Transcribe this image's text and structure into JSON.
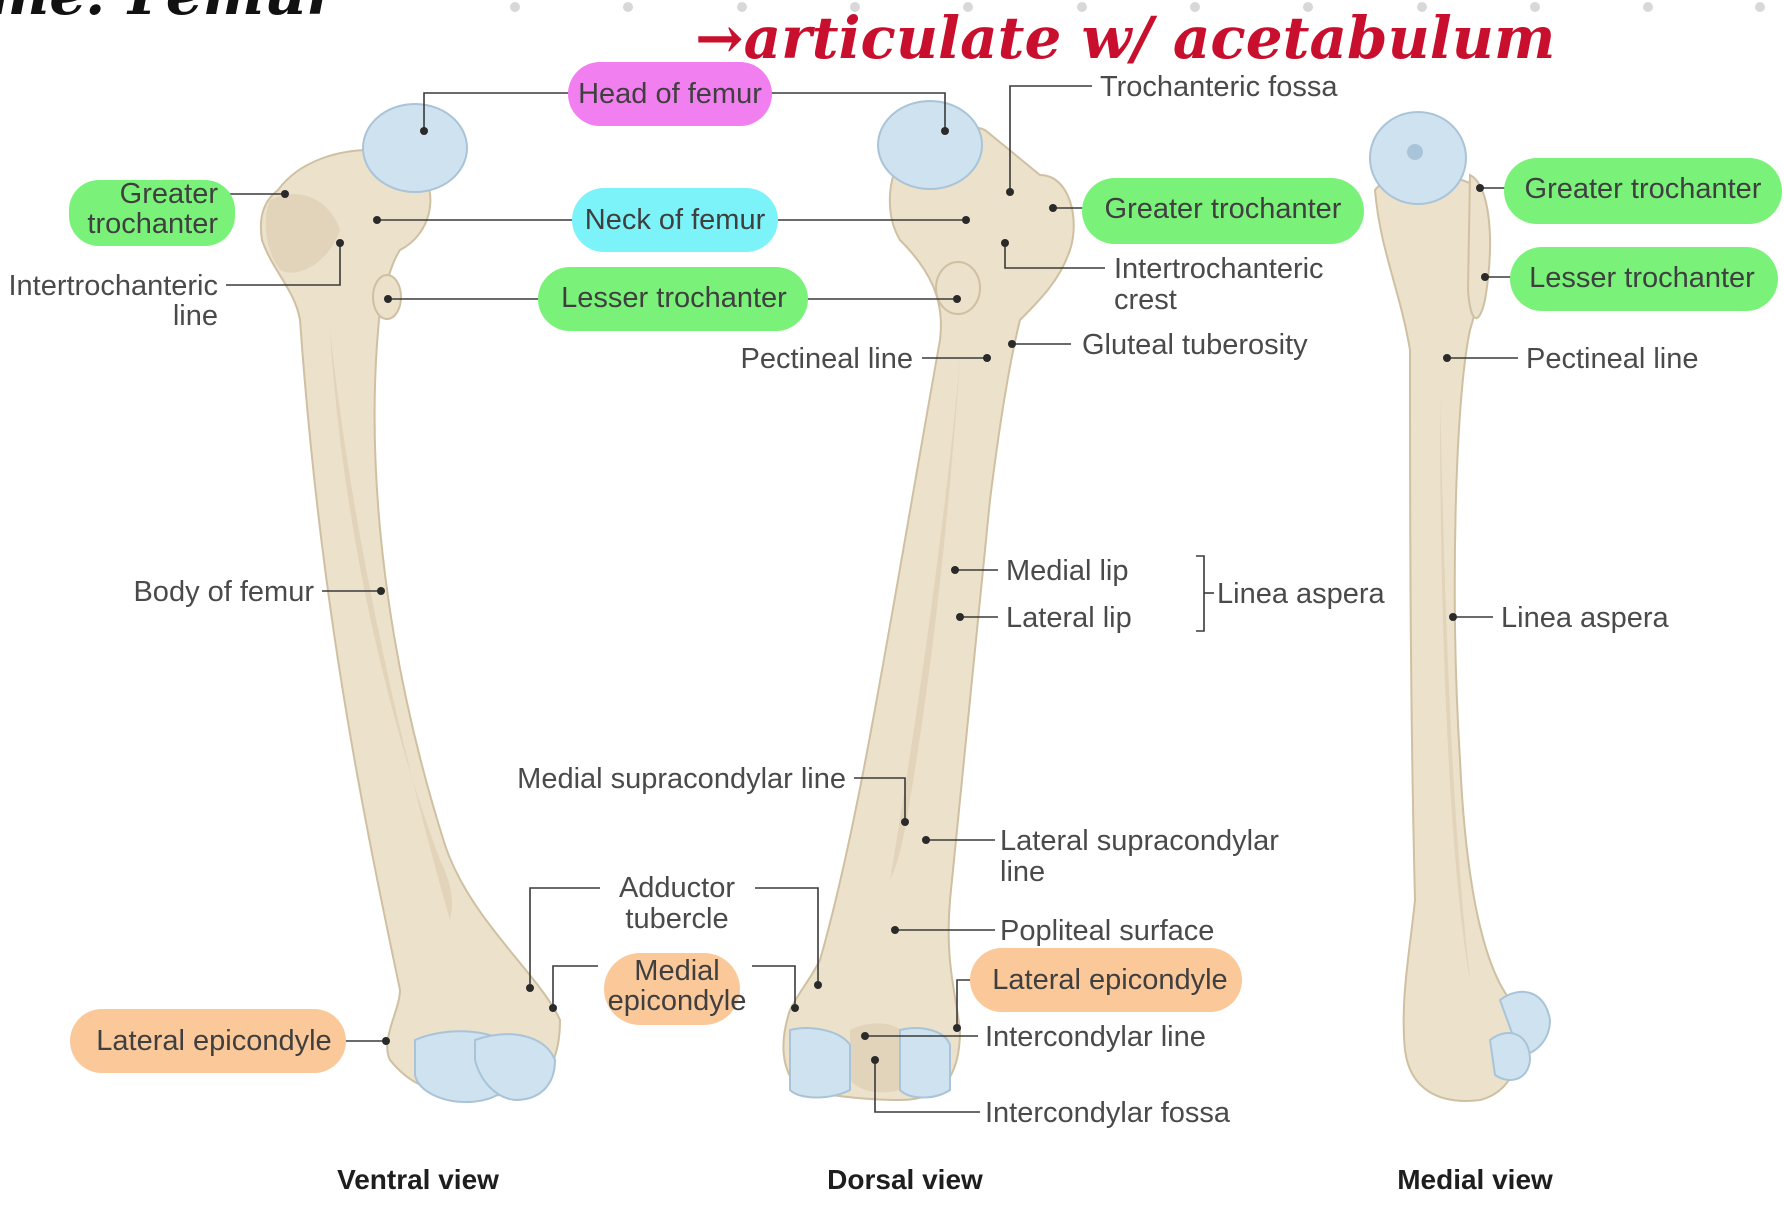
{
  "handwriting": {
    "top_left": "me: Femur",
    "note": "→articulate w/ acetabulum",
    "color": "#c8102e"
  },
  "colors": {
    "pink": "#f27ff0",
    "cyan": "#7cf3f8",
    "green": "#7af27a",
    "orange": "#fbc89a",
    "bone": "#ece1cb",
    "cartilage": "#cfe2ef"
  },
  "views": {
    "ventral": "Ventral view",
    "dorsal": "Dorsal view",
    "medial": "Medial view"
  },
  "labels": {
    "head_of_femur": "Head of femur",
    "neck_of_femur": "Neck of femur",
    "lesser_trochanter_center": "Lesser trochanter",
    "greater_trochanter_ventral_1": "Greater",
    "greater_trochanter_ventral_2": "trochanter",
    "intertrochanteric_line_1": "Intertrochanteric",
    "intertrochanteric_line_2": "line",
    "body_of_femur": "Body of femur",
    "lateral_epicondyle_ventral": "Lateral epicondyle",
    "adductor_tubercle_1": "Adductor",
    "adductor_tubercle_2": "tubercle",
    "medial_epicondyle_1": "Medial",
    "medial_epicondyle_2": "epicondyle",
    "trochanteric_fossa": "Trochanteric fossa",
    "greater_trochanter_dorsal": "Greater trochanter",
    "intertrochanteric_crest_1": "Intertrochanteric",
    "intertrochanteric_crest_2": "crest",
    "gluteal_tuberosity": "Gluteal tuberosity",
    "pectineal_line_dorsal": "Pectineal line",
    "medial_lip": "Medial lip",
    "lateral_lip": "Lateral lip",
    "linea_aspera_dorsal": "Linea aspera",
    "medial_supracondylar_line": "Medial supracondylar line",
    "lateral_supracondylar_line_1": "Lateral supracondylar",
    "lateral_supracondylar_line_2": "line",
    "popliteal_surface": "Popliteal surface",
    "lateral_epicondyle_dorsal": "Lateral epicondyle",
    "intercondylar_line": "Intercondylar line",
    "intercondylar_fossa": "Intercondylar fossa",
    "greater_trochanter_medial": "Greater trochanter",
    "lesser_trochanter_medial": "Lesser trochanter",
    "pectineal_line_medial": "Pectineal line",
    "linea_aspera_medial": "Linea aspera"
  }
}
